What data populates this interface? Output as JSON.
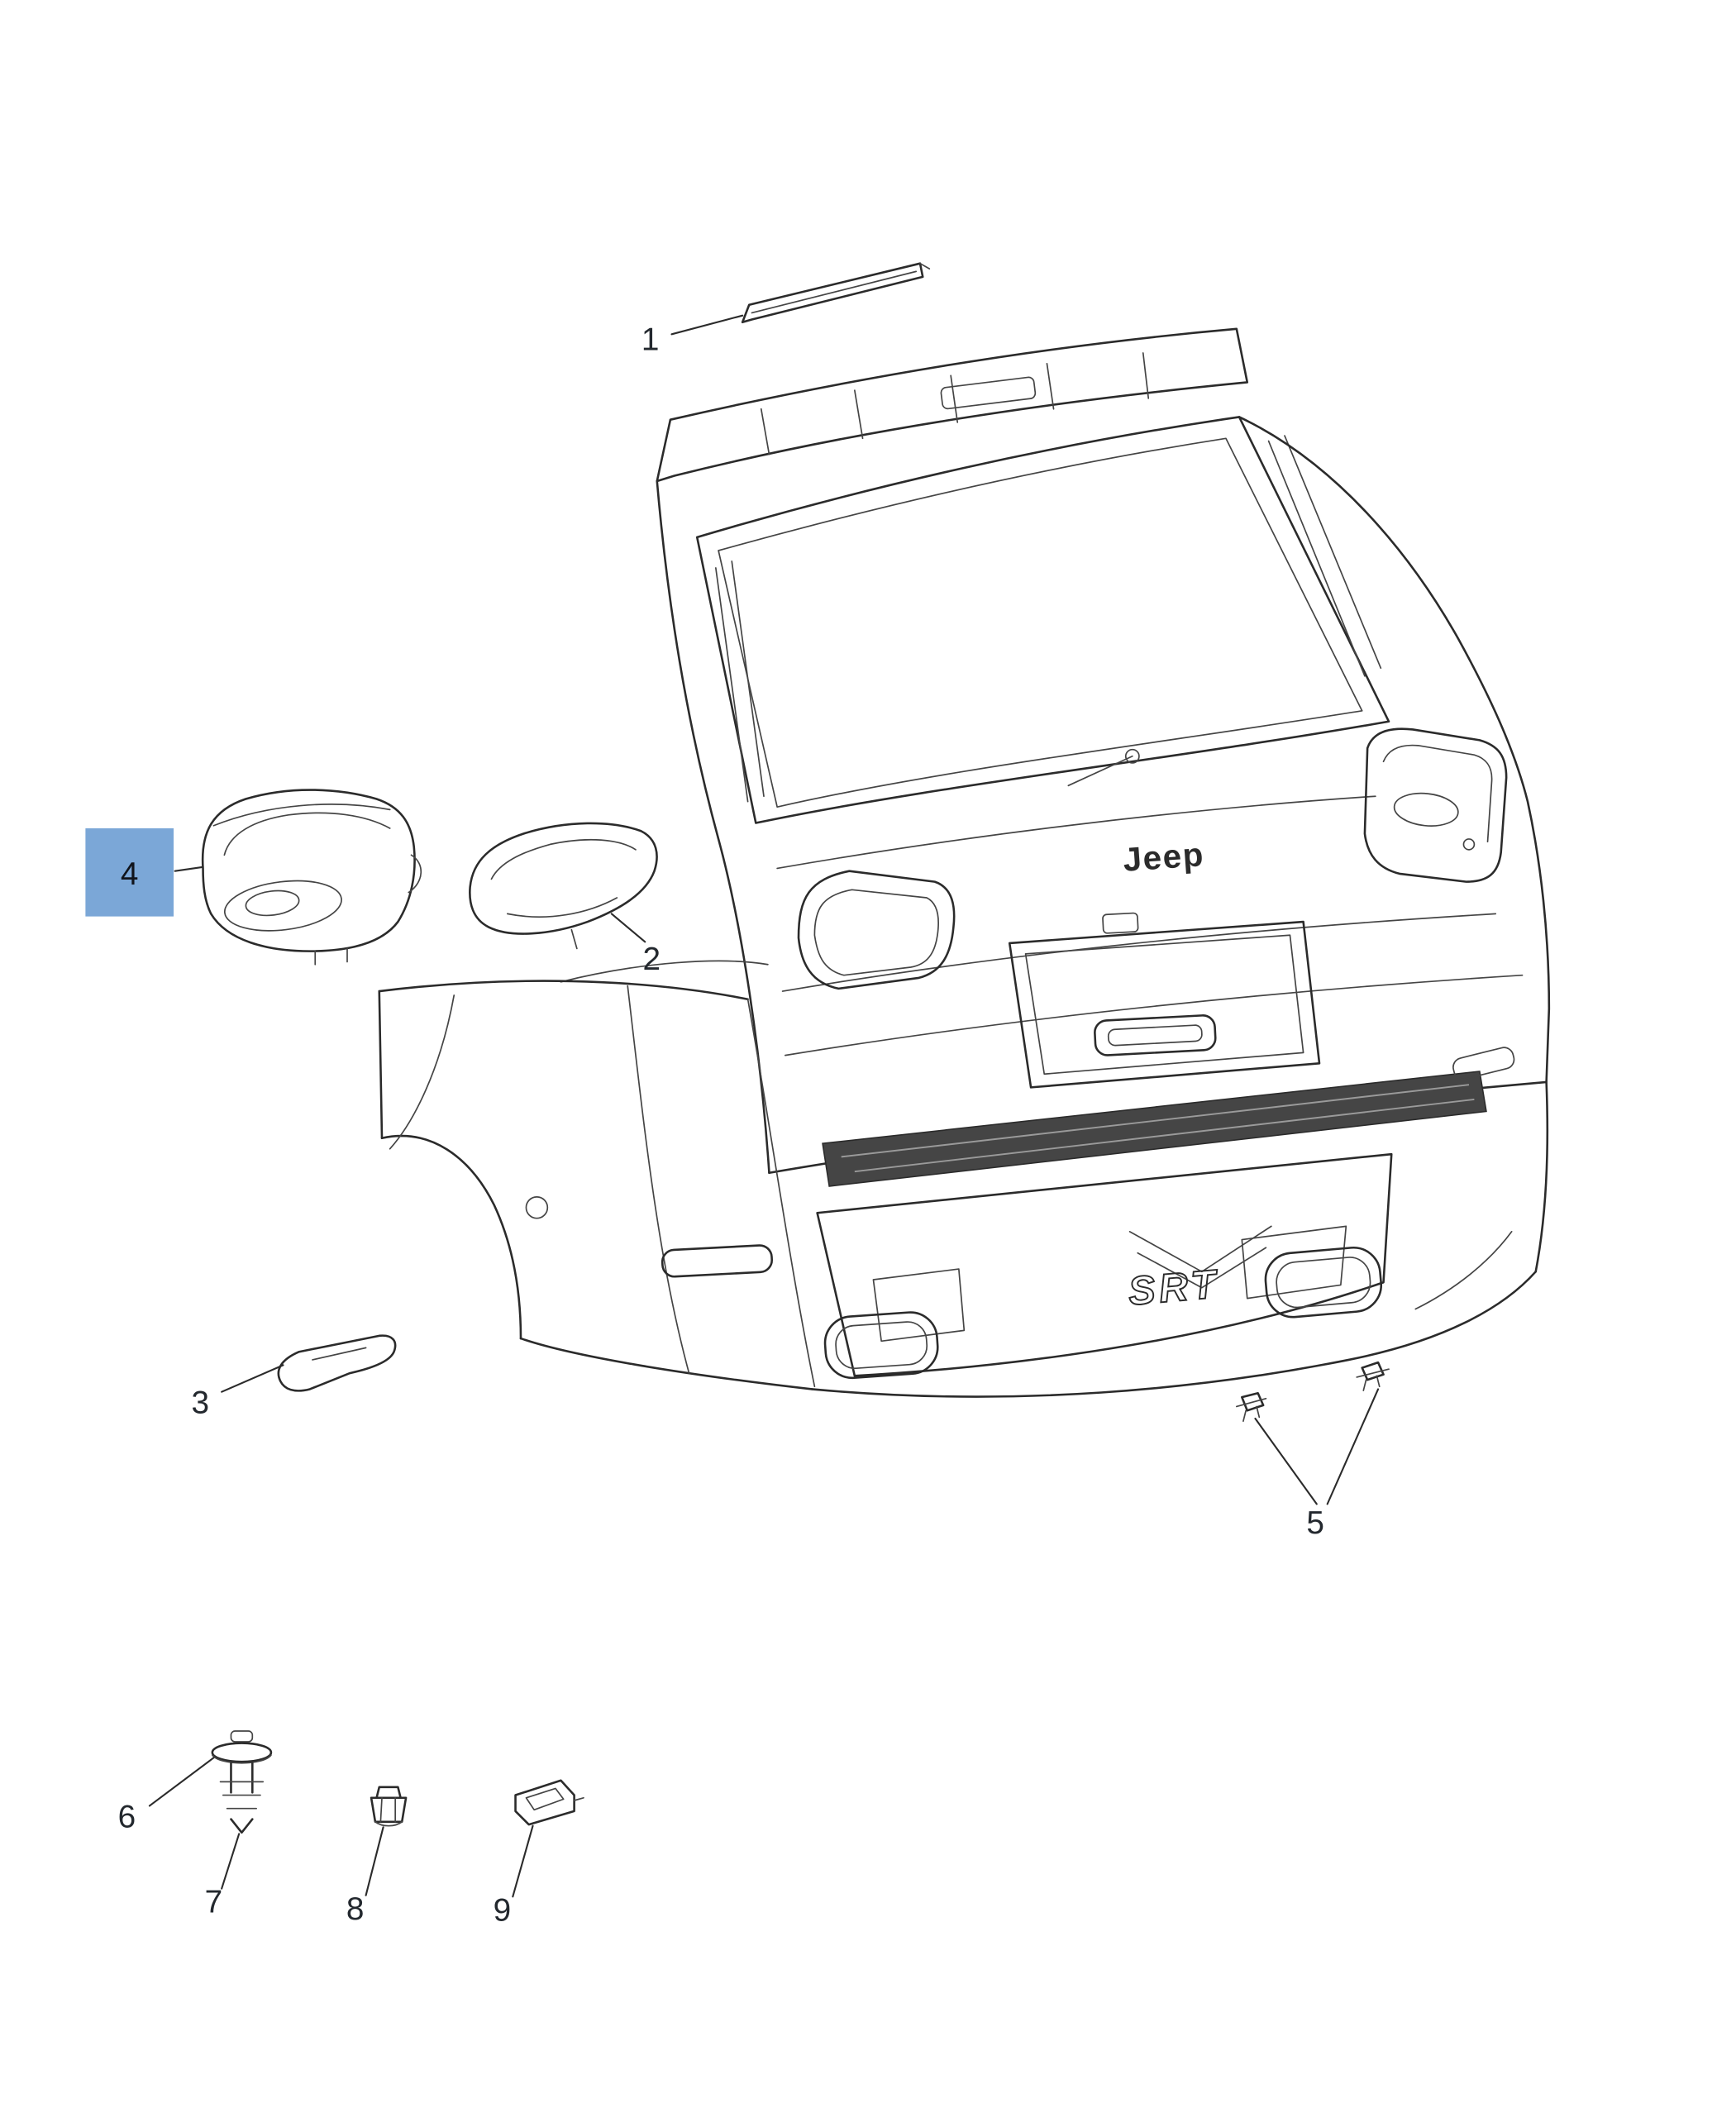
{
  "page": {
    "background": "#ffffff"
  },
  "colors": {
    "line": "#2b2b2b",
    "highlight": "#7ba7d7",
    "highlight_text": "#10141c"
  },
  "vehicle": {
    "make_badge": "Jeep",
    "model_badge": "SRT"
  },
  "callouts": {
    "c1": {
      "label": "1"
    },
    "c2": {
      "label": "2"
    },
    "c3": {
      "label": "3"
    },
    "c4": {
      "label": "4"
    },
    "c5": {
      "label": "5"
    },
    "c6": {
      "label": "6"
    },
    "c7": {
      "label": "7"
    },
    "c8": {
      "label": "8"
    },
    "c9": {
      "label": "9"
    }
  }
}
